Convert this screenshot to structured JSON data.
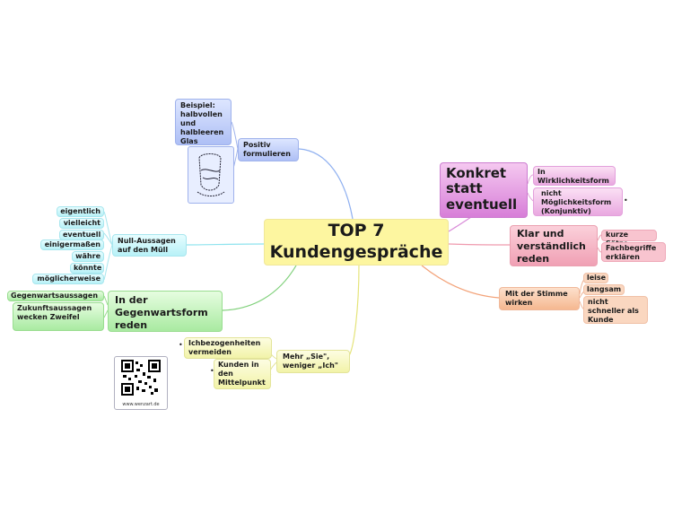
{
  "colors": {
    "center": "#fdf6a0",
    "blue_branch": "#8fb0f0",
    "cyan_branch": "#8ee3ee",
    "green_branch": "#7fd07a",
    "yellow_branch": "#e5e47a",
    "pink_branch": "#d98ad8",
    "rose_branch": "#ef9aae",
    "peach_branch": "#f3a37a"
  },
  "center": {
    "line1": "TOP 7",
    "line2": "Kundengespräche"
  },
  "positiv": {
    "label": "Positiv formulieren",
    "example": "Beispiel: halbvollen und halbleeren Glas",
    "image_icon": "glass-sketch-icon"
  },
  "null_aussagen": {
    "label": "Null-Aussagen auf den Müll",
    "items": [
      "eigentlich",
      "vielleicht",
      "eventuell",
      "einigermaßen",
      "währe",
      "könnte",
      "möglicherweise"
    ]
  },
  "gegenwart": {
    "label": "In der Gegenwartsform reden",
    "items": [
      "Gegenwartsaussagen",
      "Zukunftsaussagen wecken Zweifel"
    ]
  },
  "mehr_sie": {
    "label": "Mehr „Sie\", weniger „Ich\"",
    "items": [
      "Ichbezogenheiten vermeiden",
      "Kunden in den Mittelpunkt"
    ]
  },
  "qr": {
    "caption": "www.wenzart.de",
    "icon": "qr-code-icon"
  },
  "konkret": {
    "label": "Konkret statt eventuell",
    "items": [
      "In Wirklichkeitsform",
      "nicht Möglichkeitsform (Konjunktiv)"
    ]
  },
  "klar": {
    "label": "Klar und verständlich reden",
    "items": [
      "kurze Sätze",
      "Fachbegriffe erklären"
    ]
  },
  "stimme": {
    "label": "Mit der Stimme wirken",
    "items": [
      "leise",
      "langsam",
      "nicht schneller als Kunde"
    ]
  }
}
